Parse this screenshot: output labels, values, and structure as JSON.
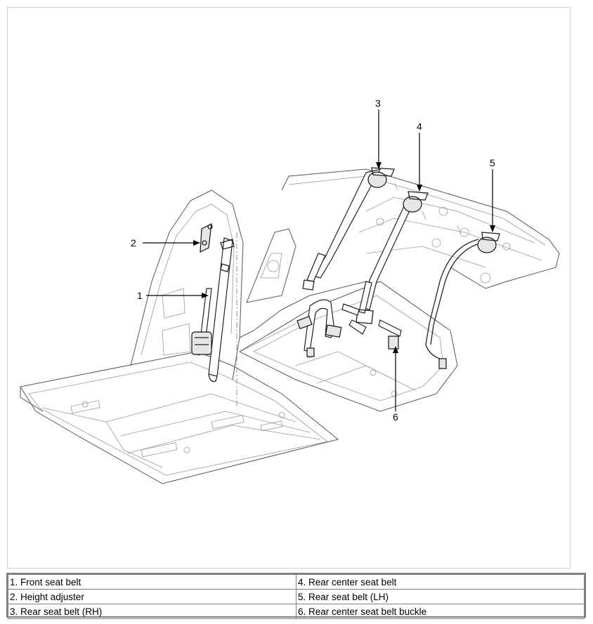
{
  "callouts": [
    {
      "id": "1",
      "label": "1"
    },
    {
      "id": "2",
      "label": "2"
    },
    {
      "id": "3",
      "label": "3"
    },
    {
      "id": "4",
      "label": "4"
    },
    {
      "id": "5",
      "label": "5"
    },
    {
      "id": "6",
      "label": "6"
    }
  ],
  "legend": {
    "rows": [
      [
        "1. Front seat belt",
        "4. Rear center seat belt"
      ],
      [
        "2. Height adjuster",
        "5. Rear seat belt (LH)"
      ],
      [
        "3. Rear seat belt (RH)",
        "6. Rear center seat belt buckle"
      ]
    ]
  }
}
